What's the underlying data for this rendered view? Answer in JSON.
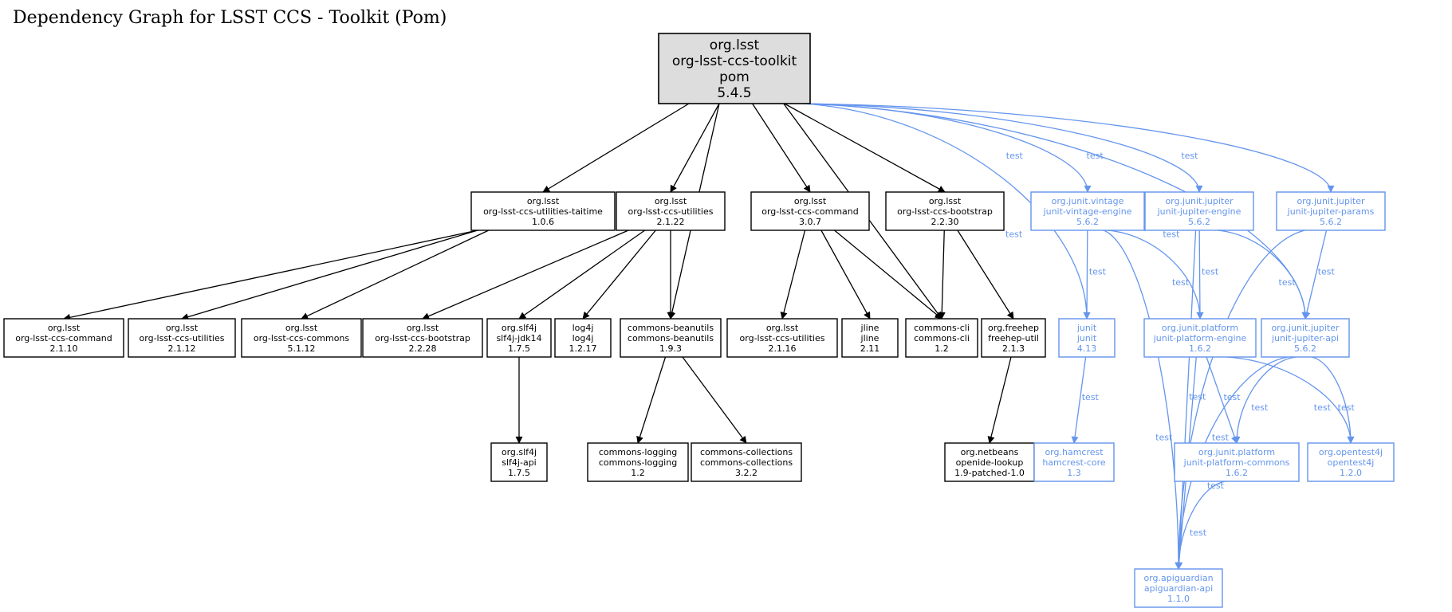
{
  "title": "Dependency Graph for LSST CCS - Toolkit (Pom)",
  "colors": {
    "compile": "#000000",
    "test": "#6495ed",
    "root_fill": "#dddddd"
  },
  "nodes": [
    {
      "id": "root",
      "kind": "root",
      "lines": [
        "org.lsst",
        "org-lsst-ccs-toolkit",
        "pom",
        "5.4.5"
      ]
    },
    {
      "id": "util-taitime",
      "kind": "compile",
      "lines": [
        "org.lsst",
        "org-lsst-ccs-utilities-taitime",
        "1.0.6"
      ]
    },
    {
      "id": "util-2122",
      "kind": "compile",
      "lines": [
        "org.lsst",
        "org-lsst-ccs-utilities",
        "2.1.22"
      ]
    },
    {
      "id": "command-307",
      "kind": "compile",
      "lines": [
        "org.lsst",
        "org-lsst-ccs-command",
        "3.0.7"
      ]
    },
    {
      "id": "bootstrap-2230",
      "kind": "compile",
      "lines": [
        "org.lsst",
        "org-lsst-ccs-bootstrap",
        "2.2.30"
      ]
    },
    {
      "id": "vintage",
      "kind": "test",
      "lines": [
        "org.junit.vintage",
        "junit-vintage-engine",
        "5.6.2"
      ]
    },
    {
      "id": "jupiter-engine",
      "kind": "test",
      "lines": [
        "org.junit.jupiter",
        "junit-jupiter-engine",
        "5.6.2"
      ]
    },
    {
      "id": "jupiter-params",
      "kind": "test",
      "lines": [
        "org.junit.jupiter",
        "junit-jupiter-params",
        "5.6.2"
      ]
    },
    {
      "id": "command-2110",
      "kind": "compile",
      "lines": [
        "org.lsst",
        "org-lsst-ccs-command",
        "2.1.10"
      ]
    },
    {
      "id": "util-2112",
      "kind": "compile",
      "lines": [
        "org.lsst",
        "org-lsst-ccs-utilities",
        "2.1.12"
      ]
    },
    {
      "id": "commons-5112",
      "kind": "compile",
      "lines": [
        "org.lsst",
        "org-lsst-ccs-commons",
        "5.1.12"
      ]
    },
    {
      "id": "bootstrap-2228",
      "kind": "compile",
      "lines": [
        "org.lsst",
        "org-lsst-ccs-bootstrap",
        "2.2.28"
      ]
    },
    {
      "id": "slf4j-jdk14",
      "kind": "compile",
      "lines": [
        "org.slf4j",
        "slf4j-jdk14",
        "1.7.5"
      ]
    },
    {
      "id": "log4j",
      "kind": "compile",
      "lines": [
        "log4j",
        "log4j",
        "1.2.17"
      ]
    },
    {
      "id": "beanutils",
      "kind": "compile",
      "lines": [
        "commons-beanutils",
        "commons-beanutils",
        "1.9.3"
      ]
    },
    {
      "id": "util-2116",
      "kind": "compile",
      "lines": [
        "org.lsst",
        "org-lsst-ccs-utilities",
        "2.1.16"
      ]
    },
    {
      "id": "jline",
      "kind": "compile",
      "lines": [
        "jline",
        "jline",
        "2.11"
      ]
    },
    {
      "id": "commons-cli",
      "kind": "compile",
      "lines": [
        "commons-cli",
        "commons-cli",
        "1.2"
      ]
    },
    {
      "id": "freehep",
      "kind": "compile",
      "lines": [
        "org.freehep",
        "freehep-util",
        "2.1.3"
      ]
    },
    {
      "id": "junit",
      "kind": "test",
      "lines": [
        "junit",
        "junit",
        "4.13"
      ]
    },
    {
      "id": "platform-engine",
      "kind": "test",
      "lines": [
        "org.junit.platform",
        "junit-platform-engine",
        "1.6.2"
      ]
    },
    {
      "id": "jupiter-api",
      "kind": "test",
      "lines": [
        "org.junit.jupiter",
        "junit-jupiter-api",
        "5.6.2"
      ]
    },
    {
      "id": "slf4j-api",
      "kind": "compile",
      "lines": [
        "org.slf4j",
        "slf4j-api",
        "1.7.5"
      ]
    },
    {
      "id": "commons-logging",
      "kind": "compile",
      "lines": [
        "commons-logging",
        "commons-logging",
        "1.2"
      ]
    },
    {
      "id": "commons-collections",
      "kind": "compile",
      "lines": [
        "commons-collections",
        "commons-collections",
        "3.2.2"
      ]
    },
    {
      "id": "openide",
      "kind": "compile",
      "lines": [
        "org.netbeans",
        "openide-lookup",
        "1.9-patched-1.0"
      ]
    },
    {
      "id": "hamcrest",
      "kind": "test",
      "lines": [
        "org.hamcrest",
        "hamcrest-core",
        "1.3"
      ]
    },
    {
      "id": "platform-commons",
      "kind": "test",
      "lines": [
        "org.junit.platform",
        "junit-platform-commons",
        "1.6.2"
      ]
    },
    {
      "id": "opentest4j",
      "kind": "test",
      "lines": [
        "org.opentest4j",
        "opentest4j",
        "1.2.0"
      ]
    },
    {
      "id": "apiguardian",
      "kind": "test",
      "lines": [
        "org.apiguardian",
        "apiguardian-api",
        "1.1.0"
      ]
    }
  ],
  "edges": [
    {
      "from": "root",
      "to": "util-taitime",
      "scope": "compile",
      "label": ""
    },
    {
      "from": "root",
      "to": "util-2122",
      "scope": "compile",
      "label": ""
    },
    {
      "from": "root",
      "to": "beanutils",
      "scope": "compile",
      "label": ""
    },
    {
      "from": "root",
      "to": "command-307",
      "scope": "compile",
      "label": ""
    },
    {
      "from": "root",
      "to": "commons-cli",
      "scope": "compile",
      "label": ""
    },
    {
      "from": "root",
      "to": "bootstrap-2230",
      "scope": "compile",
      "label": ""
    },
    {
      "from": "root",
      "to": "junit",
      "scope": "test",
      "label": "test"
    },
    {
      "from": "root",
      "to": "vintage",
      "scope": "test",
      "label": "test"
    },
    {
      "from": "root",
      "to": "jupiter-engine",
      "scope": "test",
      "label": "test"
    },
    {
      "from": "root",
      "to": "jupiter-api",
      "scope": "test",
      "label": "test"
    },
    {
      "from": "root",
      "to": "jupiter-params",
      "scope": "test",
      "label": "test"
    },
    {
      "from": "util-taitime",
      "to": "command-2110",
      "scope": "compile",
      "label": ""
    },
    {
      "from": "util-taitime",
      "to": "util-2112",
      "scope": "compile",
      "label": ""
    },
    {
      "from": "util-taitime",
      "to": "commons-5112",
      "scope": "compile",
      "label": ""
    },
    {
      "from": "util-2122",
      "to": "bootstrap-2228",
      "scope": "compile",
      "label": ""
    },
    {
      "from": "util-2122",
      "to": "slf4j-jdk14",
      "scope": "compile",
      "label": ""
    },
    {
      "from": "util-2122",
      "to": "log4j",
      "scope": "compile",
      "label": ""
    },
    {
      "from": "util-2122",
      "to": "beanutils",
      "scope": "compile",
      "label": ""
    },
    {
      "from": "command-307",
      "to": "util-2116",
      "scope": "compile",
      "label": ""
    },
    {
      "from": "command-307",
      "to": "jline",
      "scope": "compile",
      "label": ""
    },
    {
      "from": "command-307",
      "to": "commons-cli",
      "scope": "compile",
      "label": ""
    },
    {
      "from": "bootstrap-2230",
      "to": "commons-cli",
      "scope": "compile",
      "label": ""
    },
    {
      "from": "bootstrap-2230",
      "to": "freehep",
      "scope": "compile",
      "label": ""
    },
    {
      "from": "slf4j-jdk14",
      "to": "slf4j-api",
      "scope": "compile",
      "label": ""
    },
    {
      "from": "beanutils",
      "to": "commons-logging",
      "scope": "compile",
      "label": ""
    },
    {
      "from": "beanutils",
      "to": "commons-collections",
      "scope": "compile",
      "label": ""
    },
    {
      "from": "freehep",
      "to": "openide",
      "scope": "compile",
      "label": ""
    },
    {
      "from": "vintage",
      "to": "junit",
      "scope": "test",
      "label": "test"
    },
    {
      "from": "vintage",
      "to": "platform-engine",
      "scope": "test",
      "label": "test"
    },
    {
      "from": "vintage",
      "to": "apiguardian",
      "scope": "test",
      "label": "test"
    },
    {
      "from": "jupiter-engine",
      "to": "platform-engine",
      "scope": "test",
      "label": "test"
    },
    {
      "from": "jupiter-engine",
      "to": "jupiter-api",
      "scope": "test",
      "label": "test"
    },
    {
      "from": "jupiter-engine",
      "to": "apiguardian",
      "scope": "test",
      "label": "test"
    },
    {
      "from": "jupiter-params",
      "to": "jupiter-api",
      "scope": "test",
      "label": "test"
    },
    {
      "from": "jupiter-params",
      "to": "apiguardian",
      "scope": "test",
      "label": "test"
    },
    {
      "from": "junit",
      "to": "hamcrest",
      "scope": "test",
      "label": "test"
    },
    {
      "from": "platform-engine",
      "to": "platform-commons",
      "scope": "test",
      "label": "test"
    },
    {
      "from": "platform-engine",
      "to": "opentest4j",
      "scope": "test",
      "label": "test"
    },
    {
      "from": "platform-engine",
      "to": "apiguardian",
      "scope": "test",
      "label": "test"
    },
    {
      "from": "jupiter-api",
      "to": "platform-commons",
      "scope": "test",
      "label": "test"
    },
    {
      "from": "jupiter-api",
      "to": "opentest4j",
      "scope": "test",
      "label": "test"
    },
    {
      "from": "jupiter-api",
      "to": "apiguardian",
      "scope": "test",
      "label": "test"
    },
    {
      "from": "platform-commons",
      "to": "apiguardian",
      "scope": "test",
      "label": "test"
    }
  ]
}
